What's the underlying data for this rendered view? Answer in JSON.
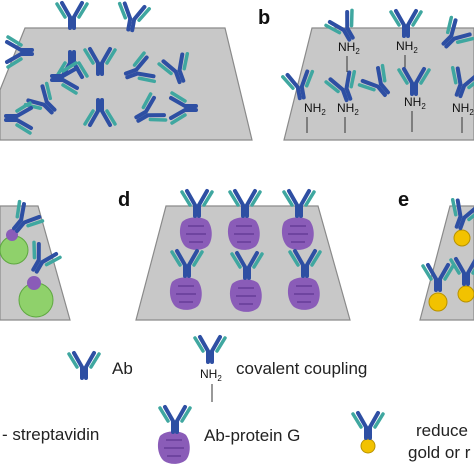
{
  "panels": {
    "b": {
      "label": "b"
    },
    "d": {
      "label": "d"
    },
    "e": {
      "label": "e"
    }
  },
  "chem": {
    "amine": "NH",
    "amine_sub": "2"
  },
  "legend": {
    "ab": "Ab",
    "covalent": "covalent coupling",
    "streptavidin": "- streptavidin",
    "protein_g": "Ab-protein G",
    "reduced_line1": "reduce",
    "reduced_line2": "gold or r"
  },
  "colors": {
    "surface": "#c8c8c8",
    "surface_edge": "#8a8a8a",
    "heavy_chain": "#2e4fa3",
    "light_chain": "#3fa7a0",
    "protein_g": "#8a5cb8",
    "streptavidin": "#8fd16b",
    "gold": "#f2c200"
  }
}
